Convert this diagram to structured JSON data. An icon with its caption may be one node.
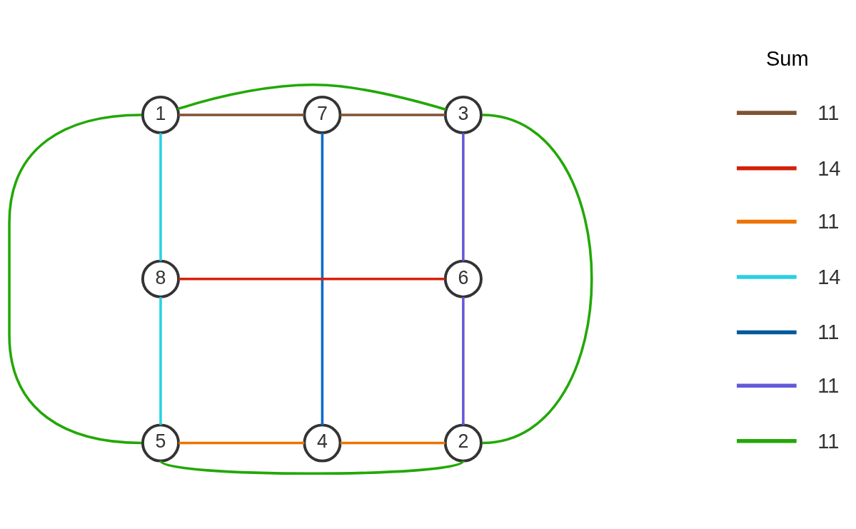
{
  "diagram": {
    "nodes": [
      {
        "text": [
          "1"
        ]
      },
      {
        "text": [
          "7"
        ]
      },
      {
        "text": [
          "3"
        ]
      },
      {
        "text": [
          "8"
        ]
      },
      {
        "text": [
          "6"
        ]
      },
      {
        "text": [
          "5"
        ]
      },
      {
        "text": [
          "4"
        ]
      },
      {
        "text": [
          "2"
        ]
      }
    ],
    "edges": [
      {
        "from": 0,
        "to": 1,
        "arrow": "none",
        "color": "#7f5233"
      },
      {
        "from": 1,
        "to": 2,
        "arrow": "none",
        "color": "#7f5233"
      },
      {
        "from": 3,
        "to": 4,
        "arrow": "none",
        "color": "#d42008"
      },
      {
        "from": 5,
        "to": 6,
        "arrow": "none",
        "color": "#ee7302"
      },
      {
        "from": 6,
        "to": 7,
        "arrow": "none",
        "color": "#ee7302"
      },
      {
        "from": 0,
        "to": 3,
        "arrow": "none",
        "color": "#29d0e4"
      },
      {
        "from": 3,
        "to": 5,
        "arrow": "none",
        "color": "#29d0e4"
      },
      {
        "from": 1,
        "to": 6,
        "arrow": "none",
        "color": "#0b6ac8"
      },
      {
        "from": 2,
        "to": 4,
        "arrow": "none",
        "color": "#635ad8"
      },
      {
        "from": 4,
        "to": 7,
        "arrow": "none",
        "color": "#635ad8"
      },
      {
        "from": 0,
        "to": 2,
        "arrow": "none",
        "color": "#22a805"
      },
      {
        "from": 2,
        "to": 7,
        "arrow": "none",
        "color": "#22a805"
      },
      {
        "from": 7,
        "to": 5,
        "arrow": "none",
        "color": "#22a805"
      },
      {
        "from": 5,
        "to": 0,
        "arrow": "none",
        "color": "#22a805"
      }
    ],
    "labels": [
      "Sum"
    ],
    "legend": [
      {
        "text": "11",
        "color": "#7f5233"
      },
      {
        "text": "14",
        "color": "#d42008"
      },
      {
        "text": "11",
        "color": "#ee7302"
      },
      {
        "text": "14",
        "color": "#29d0e4"
      },
      {
        "text": "11",
        "color": "#005a9c"
      },
      {
        "text": "11",
        "color": "#635ad8"
      },
      {
        "text": "11",
        "color": "#22a805"
      }
    ]
  }
}
